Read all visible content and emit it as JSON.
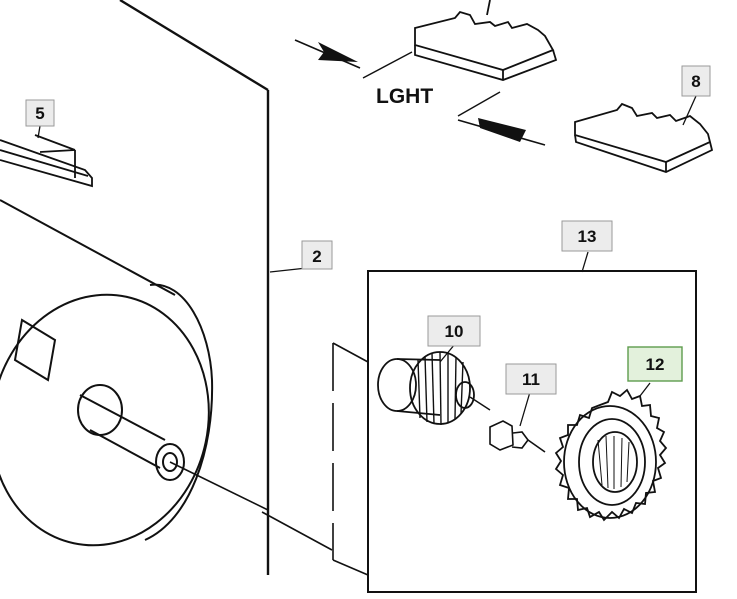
{
  "diagram": {
    "direction_label": "LGHT",
    "callouts": {
      "c5": "5",
      "c8": "8",
      "c2": "2",
      "c13": "13",
      "c10": "10",
      "c11": "11",
      "c12": "12"
    },
    "colors": {
      "line": "#111111",
      "callout_fill": "#ececec",
      "callout_border": "#9a9a9a",
      "highlight_fill": "#e3f1dc",
      "highlight_border": "#5e9c4e"
    }
  }
}
